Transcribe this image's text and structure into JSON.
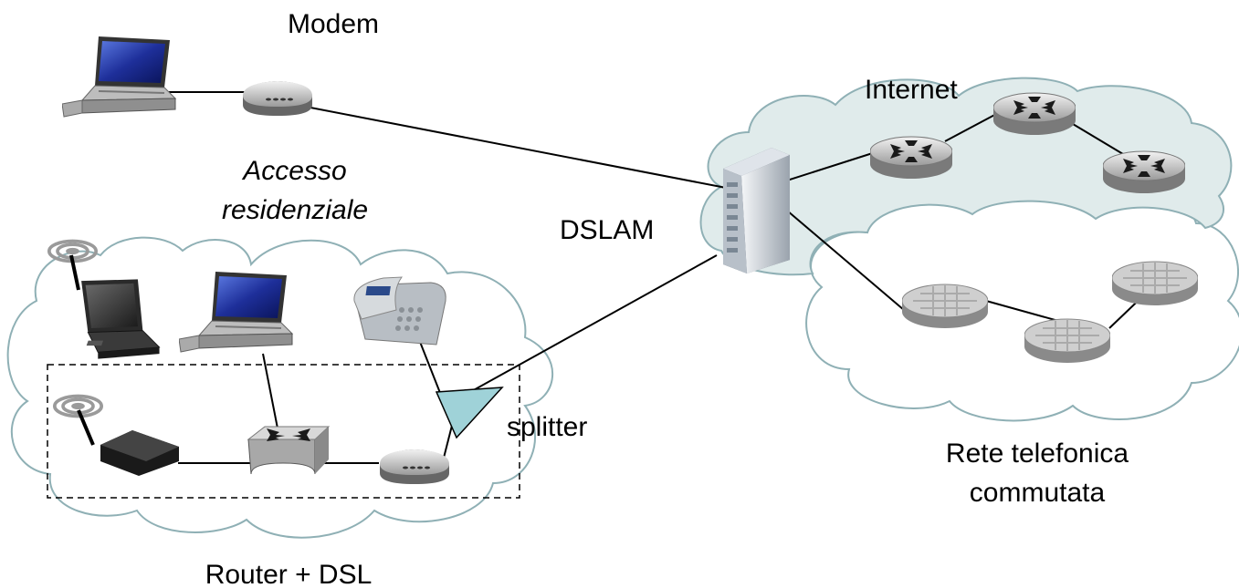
{
  "labels": {
    "modem": "Modem",
    "internet": "Internet",
    "access_line1": "Accesso",
    "access_line2": "residenziale",
    "dslam": "DSLAM",
    "splitter": "splitter",
    "phone_net_line1": "Rete telefonica",
    "phone_net_line2": "commutata",
    "router_dsl": "Router + DSL"
  },
  "colors": {
    "cloud_fill": "#e0ebeb",
    "cloud_stroke": "#8fb0b5",
    "phone_cloud_fill": "#ffffff",
    "splitter_fill": "#9fd2d8",
    "router_fill": "#c8c8c8",
    "screen_blue": "#2a3fa8"
  },
  "icons": [
    "laptop-icon",
    "modem-icon",
    "dslam-icon",
    "router-icon",
    "switch-icon",
    "telephone-icon",
    "wifi-icon",
    "splitter-icon"
  ]
}
